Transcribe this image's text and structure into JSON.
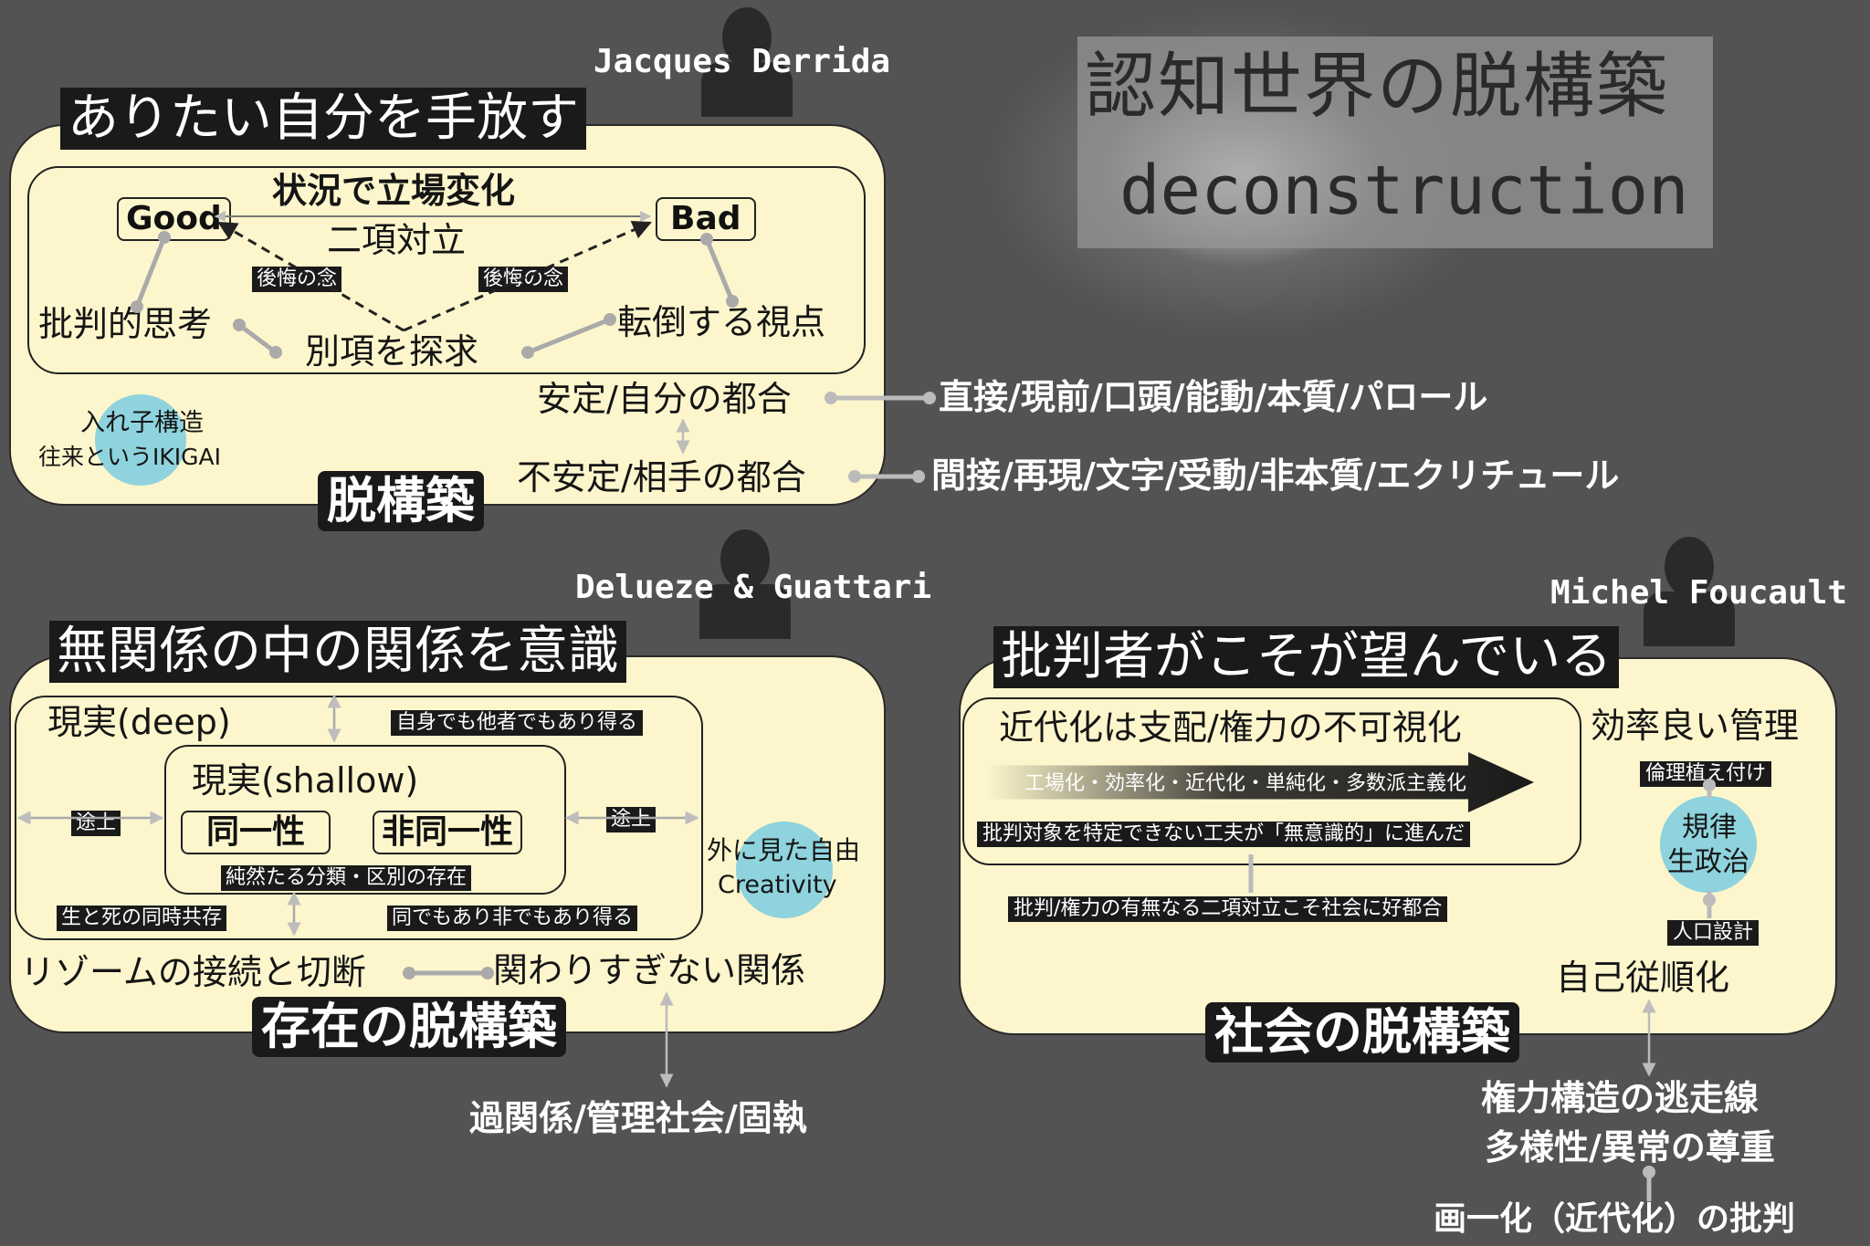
{
  "title": {
    "jp": "認知世界の脱構築",
    "en": "deconstruction"
  },
  "derrida": {
    "name": "Jacques Derrida",
    "heading": "ありたい自分を手放す",
    "situation": "状況で立場変化",
    "good": "Good",
    "bad": "Bad",
    "binary": "二項対立",
    "regret_left": "後悔の念",
    "regret_right": "後悔の念",
    "critical": "批判的思考",
    "alternative": "別項を探求",
    "inversion": "転倒する視点",
    "circle_line1": "入れ子構造",
    "circle_line2": "往来というIKIGAI",
    "stable": "安定/自分の都合",
    "unstable": "不安定/相手の都合",
    "footer": "脱構築",
    "parole": "直接/現前/口頭/能動/本質/パロール",
    "ecriture": "間接/再現/文字/受動/非本質/エクリチュール"
  },
  "deleuze": {
    "name": "Delueze & Guattari",
    "heading": "無関係の中の関係を意識",
    "deep": "現実(deep)",
    "self_other": "自身でも他者でもあり得る",
    "shallow": "現実(shallow)",
    "identity": "同一性",
    "non_identity": "非同一性",
    "pure": "純然たる分類・区別の存在",
    "way_left": "途上",
    "way_right": "途上",
    "life_death": "生と死の同時共存",
    "same_not": "同でもあり非でもあり得る",
    "circle_line1": "外に見た自由",
    "circle_line2": "Creativity",
    "rhizome": "リゾームの接続と切断",
    "not_too_much": "関わりすぎない関係",
    "footer": "存在の脱構築",
    "over": "過関係/管理社会/固執"
  },
  "foucault": {
    "name": "Michel Foucault",
    "heading": "批判者がこそが望んでいる",
    "modern": "近代化は支配/権力の不可視化",
    "arrow_text": "工場化・効率化・近代化・単純化・多数派主義化",
    "unconscious": "批判対象を特定できない工夫が「無意識的」に進んだ",
    "binary": "批判/権力の有無なる二項対立こそ社会に好都合",
    "efficient": "効率良い管理",
    "ethics": "倫理植え付け",
    "circle_line1": "規律",
    "circle_line2": "生政治",
    "population": "人口設計",
    "self_obedience": "自己従順化",
    "footer": "社会の脱構築",
    "escape": "権力構造の逃走線",
    "diversity": "多様性/異常の尊重",
    "uniform": "画一化（近代化）の批判"
  },
  "colors": {
    "background": "#535353",
    "panel": "#fdf6cc",
    "accent_circle": "#8ed3dd",
    "label_bg": "#1a1a1a"
  }
}
